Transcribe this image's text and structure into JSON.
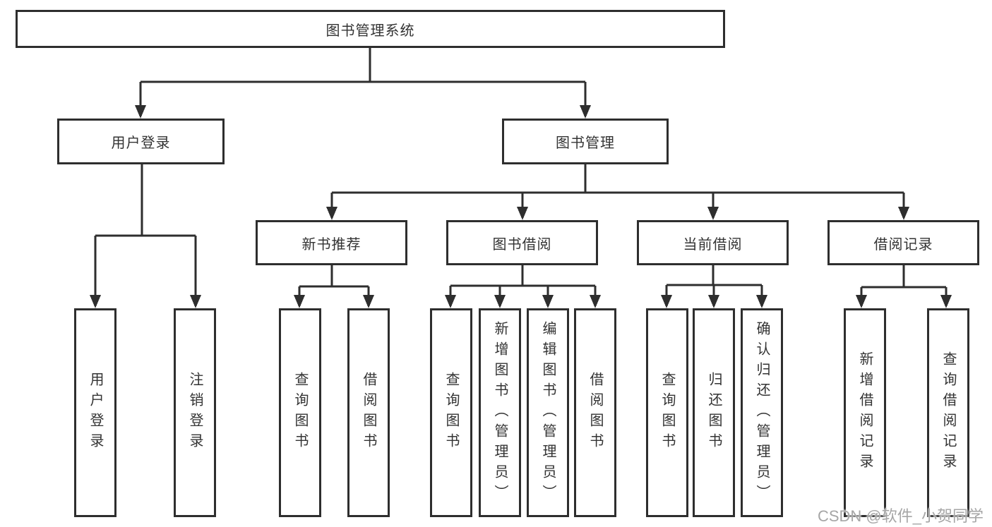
{
  "tree": {
    "label": "图书管理系统",
    "children": [
      {
        "label": "用户登录",
        "children": [
          {
            "label": "用户登录"
          },
          {
            "label": "注销登录"
          }
        ]
      },
      {
        "label": "图书管理",
        "children": [
          {
            "label": "新书推荐",
            "children": [
              {
                "label": "查询图书"
              },
              {
                "label": "借阅图书"
              }
            ]
          },
          {
            "label": "图书借阅",
            "children": [
              {
                "label": "查询图书"
              },
              {
                "label": "新增图书（管理员）"
              },
              {
                "label": "编辑图书（管理员）"
              },
              {
                "label": "借阅图书"
              }
            ]
          },
          {
            "label": "当前借阅",
            "children": [
              {
                "label": "查询图书"
              },
              {
                "label": "归还图书"
              },
              {
                "label": "确认归还（管理员）"
              }
            ]
          },
          {
            "label": "借阅记录",
            "children": [
              {
                "label": "新增借阅记录"
              },
              {
                "label": "查询借阅记录"
              }
            ]
          }
        ]
      }
    ]
  },
  "watermark": {
    "text": "CSDN @软件_小贺同学"
  },
  "colors": {
    "line": "#2e2e2e",
    "box_background": "#ffffff",
    "text": "#333333",
    "watermark": "#a6a6a6"
  }
}
